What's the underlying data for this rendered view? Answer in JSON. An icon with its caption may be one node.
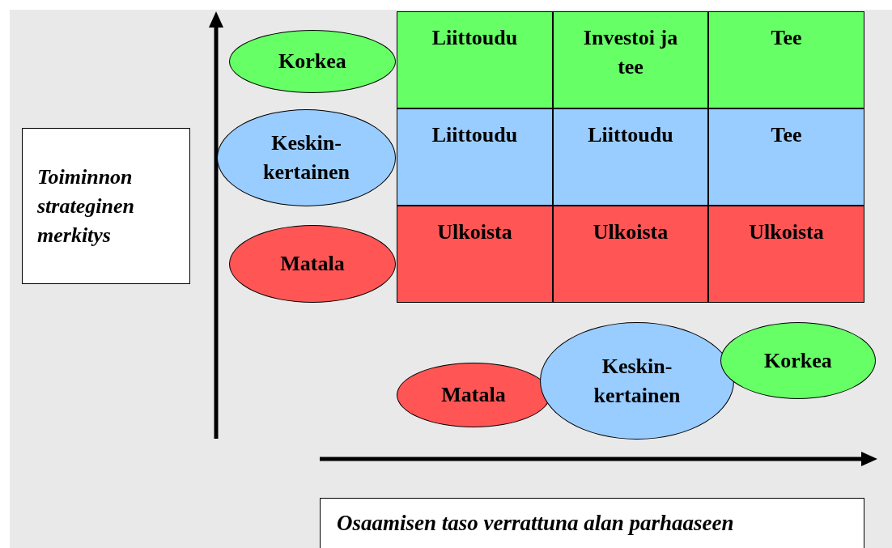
{
  "diagram": {
    "nodes": [
      {
        "text": [
          "Toiminnon strateginen merkitys"
        ]
      },
      {
        "text": [
          "Korkea"
        ]
      },
      {
        "text": [
          "Keskin- kertainen"
        ]
      },
      {
        "text": [
          "Matala"
        ]
      },
      {
        "text": [
          "Liittoudu"
        ]
      },
      {
        "text": [
          "Investoi ja tee"
        ]
      },
      {
        "text": [
          "Tee"
        ]
      },
      {
        "text": [
          "Liittoudu"
        ]
      },
      {
        "text": [
          "Liittoudu"
        ]
      },
      {
        "text": [
          "Tee"
        ]
      },
      {
        "text": [
          "Ulkoista"
        ]
      },
      {
        "text": [
          "Ulkoista"
        ]
      },
      {
        "text": [
          "Ulkoista"
        ]
      },
      {
        "text": [
          "Matala"
        ]
      },
      {
        "text": [
          "Keskin- kertainen"
        ]
      },
      {
        "text": [
          "Korkea"
        ]
      },
      {
        "text": [
          "Osaamisen taso verrattuna alan parhaaseen"
        ]
      }
    ],
    "edges": []
  }
}
